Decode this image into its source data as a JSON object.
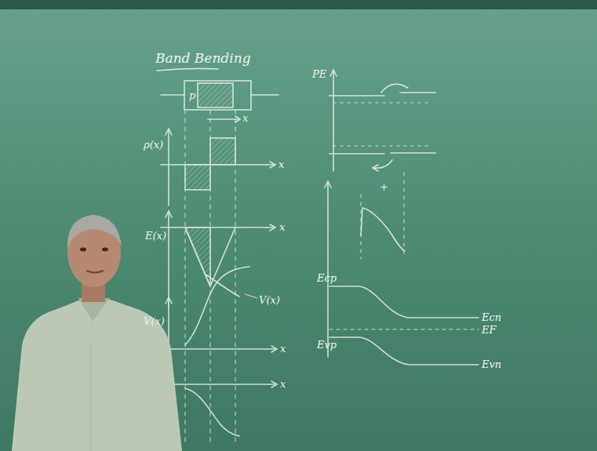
{
  "diagram": {
    "title": "Band Bending",
    "labels": [
      "p",
      "x",
      "ρ(x)",
      "x",
      "E(x)",
      "x",
      "V(x)",
      "V(x)",
      "x",
      "x",
      "PE",
      "+",
      "Ecp",
      "Ecn",
      "EF",
      "Evp",
      "Evn"
    ]
  }
}
